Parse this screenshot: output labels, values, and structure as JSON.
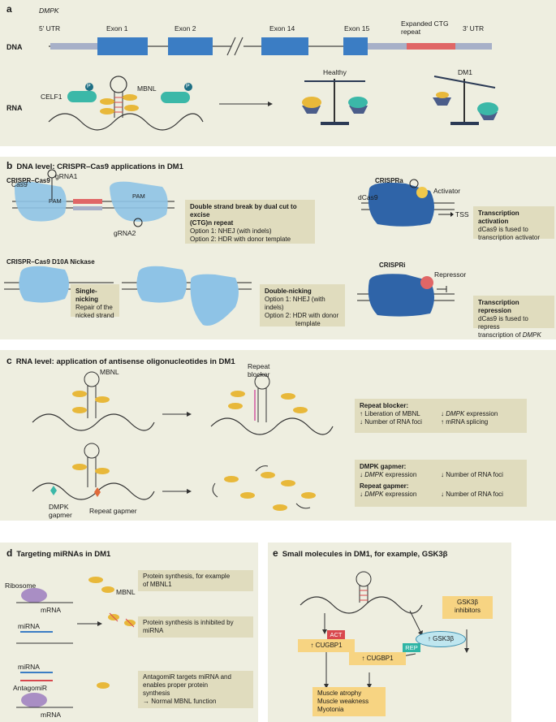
{
  "panel_a": {
    "letter": "a",
    "gene": "DMPK",
    "gene_labels": [
      "5′ UTR",
      "Exon 1",
      "Exon 2",
      "Exon 14",
      "Exon 15",
      "Expanded CTG repeat",
      "3′ UTR"
    ],
    "row_dna": "DNA",
    "row_rna": "RNA",
    "celf1": "CELF1",
    "mbnl": "MBNL",
    "p": "P",
    "healthy": "Healthy",
    "dm1": "DM1"
  },
  "panel_b": {
    "letter": "b",
    "title": "DNA level: CRISPR–Cas9 applications in DM1",
    "crispr_cas9": "CRISPR–Cas9",
    "cas9": "Cas9",
    "grna1": "gRNA1",
    "grna2": "gRNA2",
    "pam": "PAM",
    "box1_title": "Double strand break by dual cut to excise",
    "box1_title2": "(CTG)n repeat",
    "box1_lines": [
      "Option 1: NHEJ (with indels)",
      "Option 2: HDR with donor template"
    ],
    "crispra": "CRISPRa",
    "activator": "Activator",
    "dcas9": "dCas9",
    "tss": "TSS",
    "box2_title": "Transcription activation",
    "box2_lines": [
      "dCas9 is fused to",
      "transcription activator"
    ],
    "nickase": "CRISPR–Cas9 D10A Nickase",
    "box3_title": "Single-nicking",
    "box3_lines": [
      "Repair of the",
      "nicked strand"
    ],
    "box4_title": "Double-nicking",
    "box4_lines": [
      "Option 1: NHEJ (with indels)",
      "Option 2: HDR with donor",
      "template"
    ],
    "crispri": "CRISPRi",
    "repressor": "Repressor",
    "box5_title": "Transcription repression",
    "box5_line1": "dCas9 is fused to repress",
    "box5_line2a": "transcription of ",
    "box5_line2b": "DMPK"
  },
  "panel_c": {
    "letter": "c",
    "title": "RNA level: application of antisense oligonucleotides in DM1",
    "mbnl": "MBNL",
    "repeat_blocker": "Repeat blocker",
    "dmpk_gapmer": "DMPK gapmer",
    "repeat_gapmer": "Repeat gapmer",
    "box1_title": "Repeat blocker:",
    "box1_l1": "↑ Liberation of MBNL",
    "box1_r1a": "↓ ",
    "box1_r1b": "DMPK",
    "box1_r1c": " expression",
    "box1_l2": "↓ Number of RNA foci",
    "box1_r2": "↑ mRNA splicing",
    "box2_title": "DMPK gapmer:",
    "box2_l1a": "↓ ",
    "box2_l1b": "DMPK",
    "box2_l1c": " expression",
    "box2_r1": "↓ Number of RNA foci",
    "box2_title2": "Repeat gapmer:",
    "box2_l2a": "↓ ",
    "box2_l2b": "DMPK",
    "box2_l2c": " expression",
    "box2_r2": "↓ Number of RNA foci"
  },
  "panel_d": {
    "letter": "d",
    "title": "Targeting miRNAs in DM1",
    "ribosome": "Ribosome",
    "mbnl": "MBNL",
    "mrna": "mRNA",
    "mirna": "miRNA",
    "antagomir": "AntagomiR",
    "box1": [
      "Protein synthesis, for example",
      "of MBNL1"
    ],
    "box2": [
      "Protein synthesis is inhibited by",
      "miRNA"
    ],
    "box3": [
      "AntagomiR targets miRNA and",
      "enables proper protein",
      "synthesis",
      "→ Normal MBNL function"
    ]
  },
  "panel_e": {
    "letter": "e",
    "title": "Small molecules in DM1, for example, GSK3β",
    "act": "ACT",
    "rep": "REP",
    "cugbp1_a": "↑ CUGBP1",
    "cugbp1_b": "↑ CUGBP1",
    "gsk3b": "↑ GSK3β",
    "inhibitors": [
      "GSK3β",
      "inhibitors"
    ],
    "outcomes": [
      "Muscle atrophy",
      "Muscle weakness",
      "Myotonia"
    ]
  },
  "colors": {
    "panel_bg": "#eeeee0",
    "text_box": "#e0dcbe",
    "yellow_box": "#f7d482",
    "exon_blue": "#3b7dc4",
    "ctg_repeat": "#e06666",
    "mbnl_yellow": "#e8b83a",
    "celf1_teal": "#3bb8a8",
    "cas9_blue": "#8ec3e6",
    "dcas9_dark": "#2f64a8",
    "act_red": "#d9484d",
    "rep_teal": "#2fb5a5"
  }
}
